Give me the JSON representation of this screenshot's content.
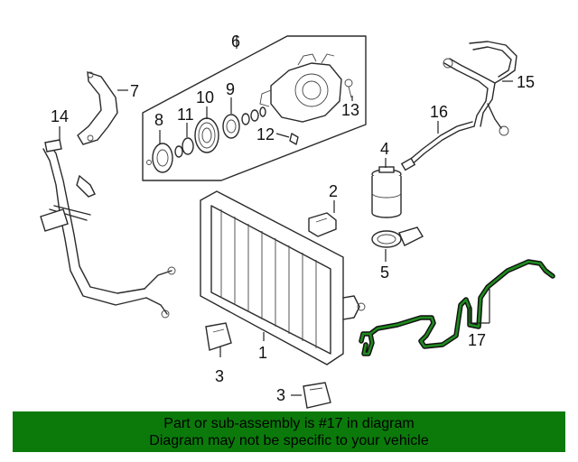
{
  "callouts": {
    "c1": "1",
    "c2": "2",
    "c3a": "3",
    "c3b": "3",
    "c4": "4",
    "c5": "5",
    "c6": "6",
    "c7": "7",
    "c8": "8",
    "c9": "9",
    "c10": "10",
    "c11": "11",
    "c12": "12",
    "c13": "13",
    "c14": "14",
    "c15": "15",
    "c16": "16",
    "c17": "17"
  },
  "highlighted_part": "17",
  "colors": {
    "banner": "#0b7a0b",
    "highlight": "#1f8a1f"
  },
  "banner": {
    "line1": "Part or sub-assembly is #17 in diagram",
    "line2": "Diagram may not be specific to your vehicle"
  }
}
